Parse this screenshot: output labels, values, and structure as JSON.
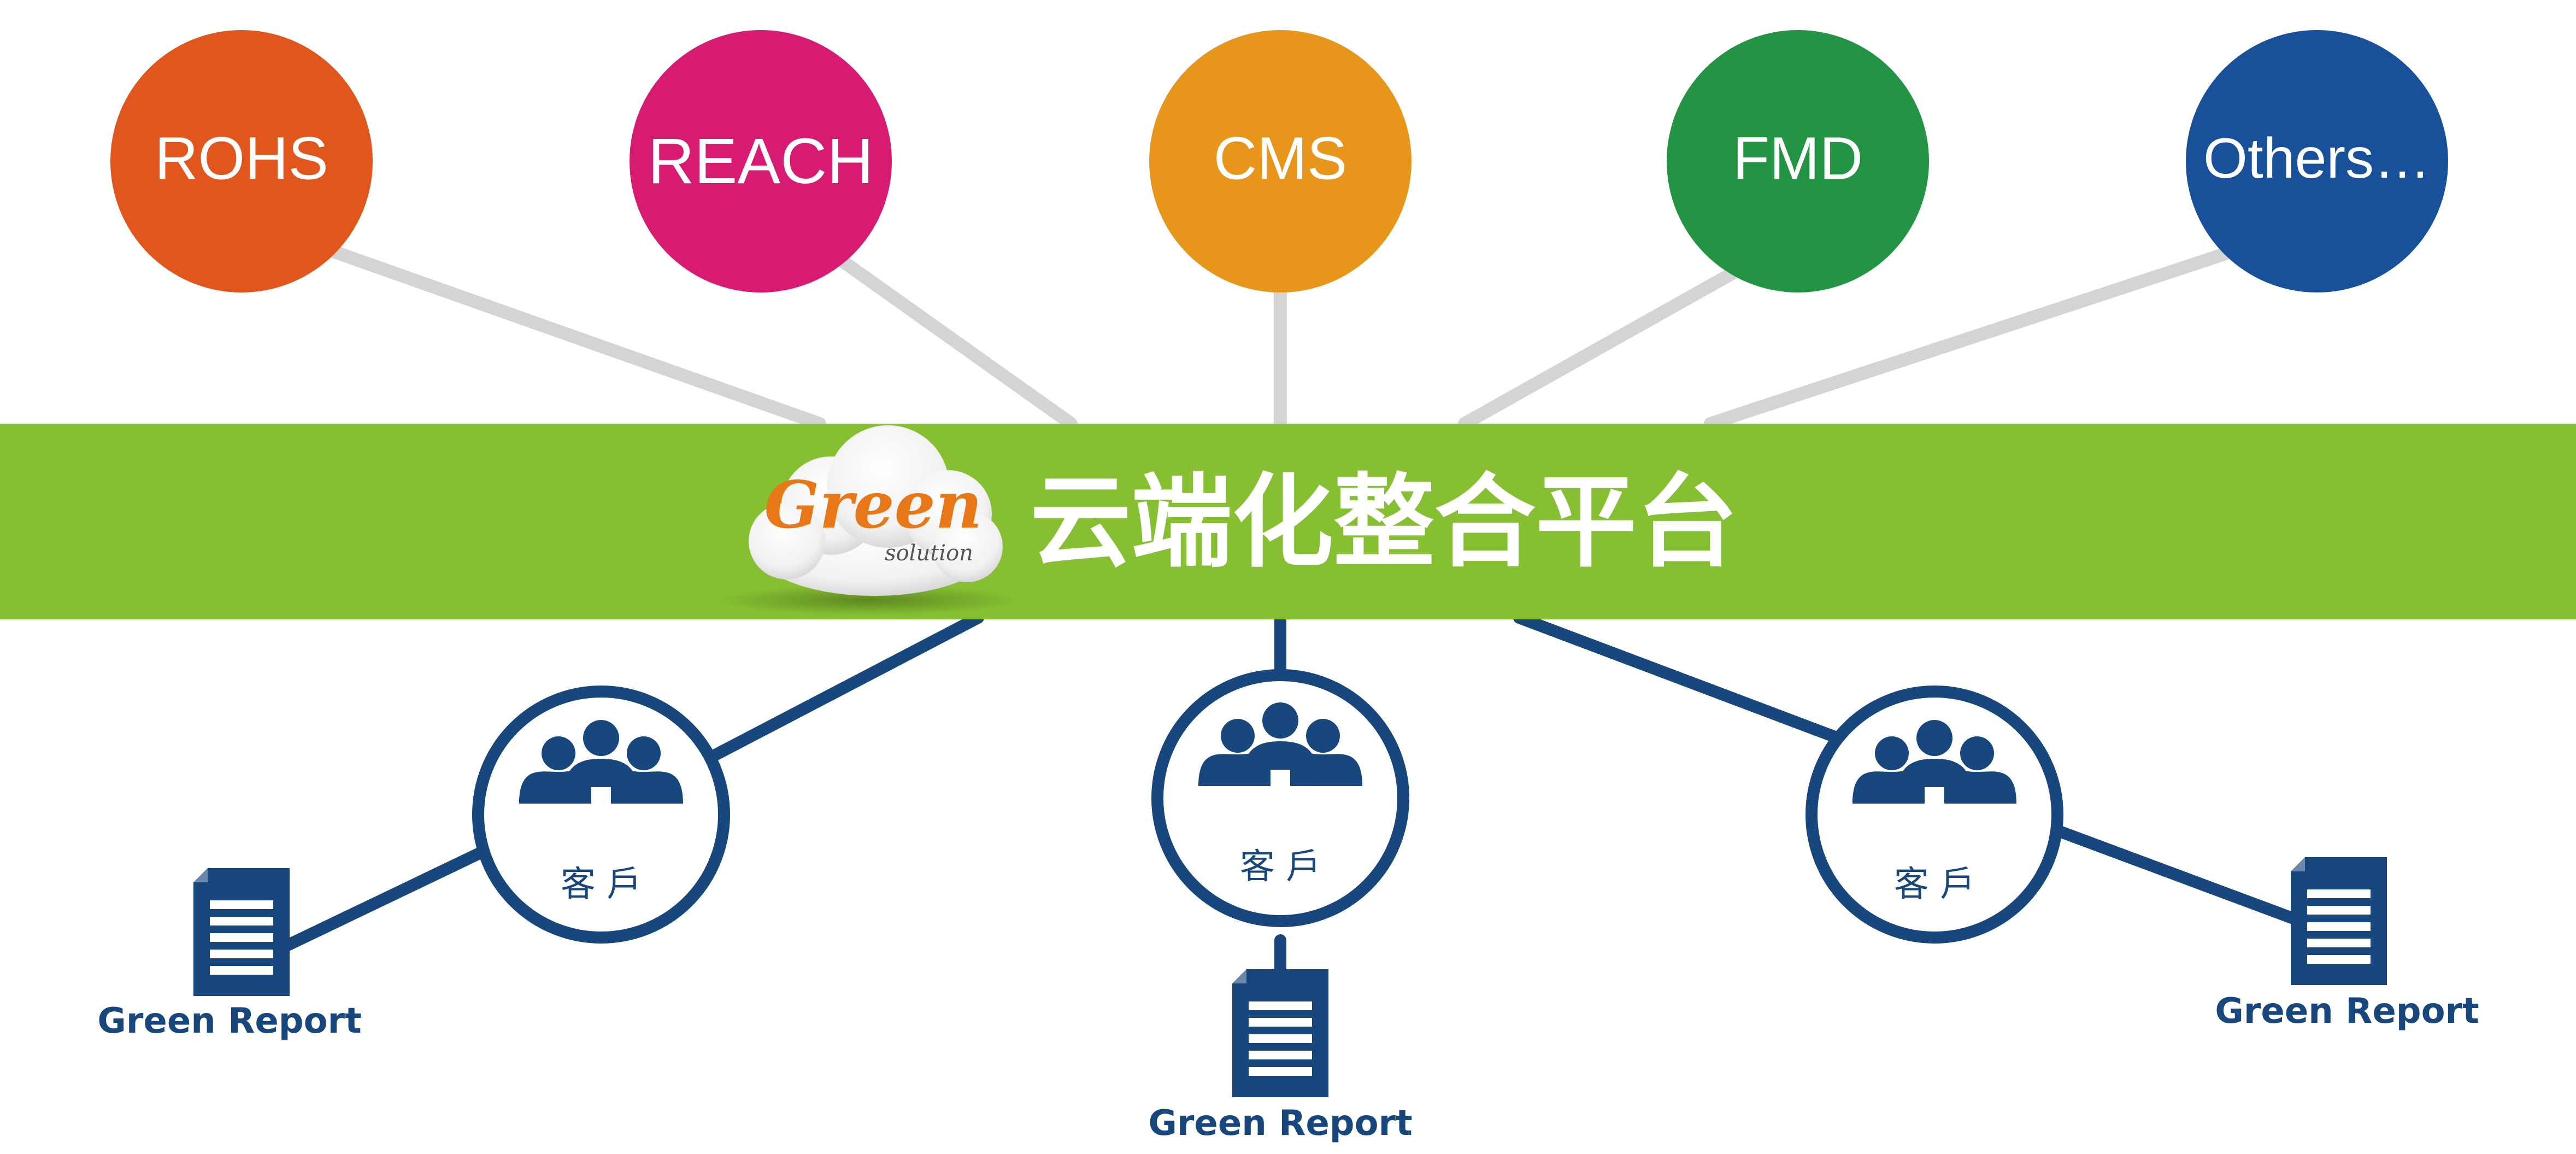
{
  "standards": [
    {
      "label": "ROHS",
      "color": "#e0561d"
    },
    {
      "label": "REACH",
      "color": "#d81b72"
    },
    {
      "label": "CMS",
      "color": "#e8961b"
    },
    {
      "label": "FMD",
      "color": "#239444"
    },
    {
      "label": "Others…",
      "color": "#19509a"
    }
  ],
  "platform": {
    "title": "云端化整合平台",
    "band_color": "#86c032",
    "logo_main": "Green",
    "logo_sub": "solution",
    "logo_color": "#e87817"
  },
  "clients": [
    {
      "label": "客 戶"
    },
    {
      "label": "客 戶"
    },
    {
      "label": "客 戶"
    }
  ],
  "reports": [
    {
      "label": "Green Report"
    },
    {
      "label": "Green Report"
    },
    {
      "label": "Green Report"
    }
  ],
  "colors": {
    "navy": "#17477d",
    "connector_gray": "#d4d4d4"
  }
}
